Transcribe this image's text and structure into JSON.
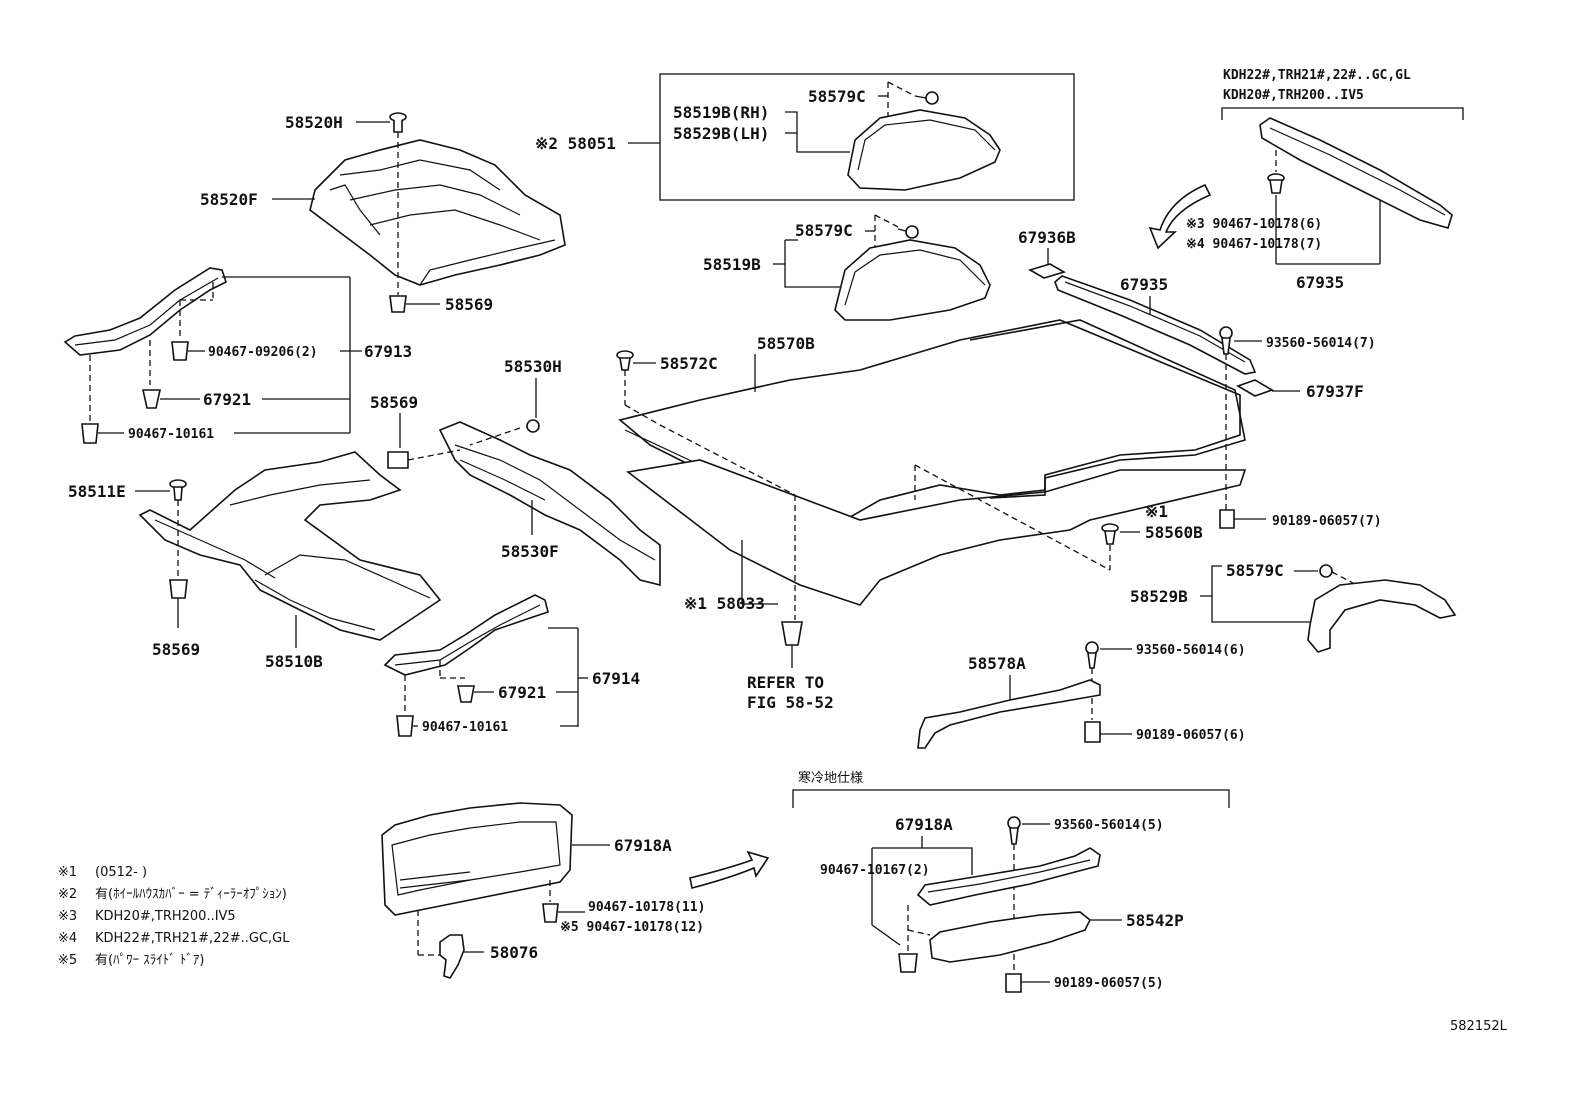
{
  "labels": {
    "p58520H": "58520H",
    "p58520F": "58520F",
    "p58569a": "58569",
    "p58051": "※2 58051",
    "p58519B_RH": "58519B(RH)",
    "p58529B_LH": "58529B(LH)",
    "p58579C_a": "58579C",
    "p58519B": "58519B",
    "p58579C_b": "58579C",
    "header_models_1": "KDH22#,TRH21#,22#..GC,GL",
    "header_models_2": "KDH20#,TRH200..IV5",
    "c90467_10178_6": "※3 90467-10178(6)",
    "c90467_10178_7": "※4 90467-10178(7)",
    "p67935_r": "67935",
    "p67936B": "67936B",
    "p67935": "67935",
    "c93560_56014_7": "93560-56014(7)",
    "p67937F": "67937F",
    "c90467_09206": "90467-09206(2)",
    "p67913": "67913",
    "p67921a": "67921",
    "c90467_10161a": "90467-10161",
    "p58530H": "58530H",
    "p58569b": "58569",
    "p58570B": "58570B",
    "p58572C": "58572C",
    "p58511E": "58511E",
    "p58530F": "58530F",
    "n1": "※1",
    "p58560B": "58560B",
    "c90189_06057_7": "90189-06057(7)",
    "p58579C_c": "58579C",
    "p58529B": "58529B",
    "p58033": "※1 58033",
    "p58569c": "58569",
    "p58510B": "58510B",
    "p67914": "67914",
    "p67921b": "67921",
    "c90467_10161b": "90467-10161",
    "refer_1": "REFER TO",
    "refer_2": "FIG 58-52",
    "c93560_56014_6": "93560-56014(6)",
    "p58578A": "58578A",
    "c90189_06057_6": "90189-06057(6)",
    "cold_spec": "寒冷地仕様",
    "p67918A_a": "67918A",
    "c90467_10178_11": "90467-10178(11)",
    "c90467_10178_12": "※5 90467-10178(12)",
    "p58076": "58076",
    "p67918A_b": "67918A",
    "c93560_56014_5": "93560-56014(5)",
    "c90467_10167": "90467-10167(2)",
    "p58542P": "58542P",
    "c90189_06057_5": "90189-06057(5)",
    "figure_code": "582152L"
  },
  "notes": [
    {
      "mark": "※1",
      "text": "(0512-      )"
    },
    {
      "mark": "※2",
      "text": "有(ﾎｲｰﾙﾊｳｽｶﾊﾞｰ = ﾃﾞｨｰﾗｰｵﾌﾟｼｮﾝ)"
    },
    {
      "mark": "※3",
      "text": "KDH20#,TRH200..IV5"
    },
    {
      "mark": "※4",
      "text": "KDH22#,TRH21#,22#..GC,GL"
    },
    {
      "mark": "※5",
      "text": "有(ﾊﾟﾜｰ ｽﾗｲﾄﾞ ﾄﾞｱ)"
    }
  ]
}
